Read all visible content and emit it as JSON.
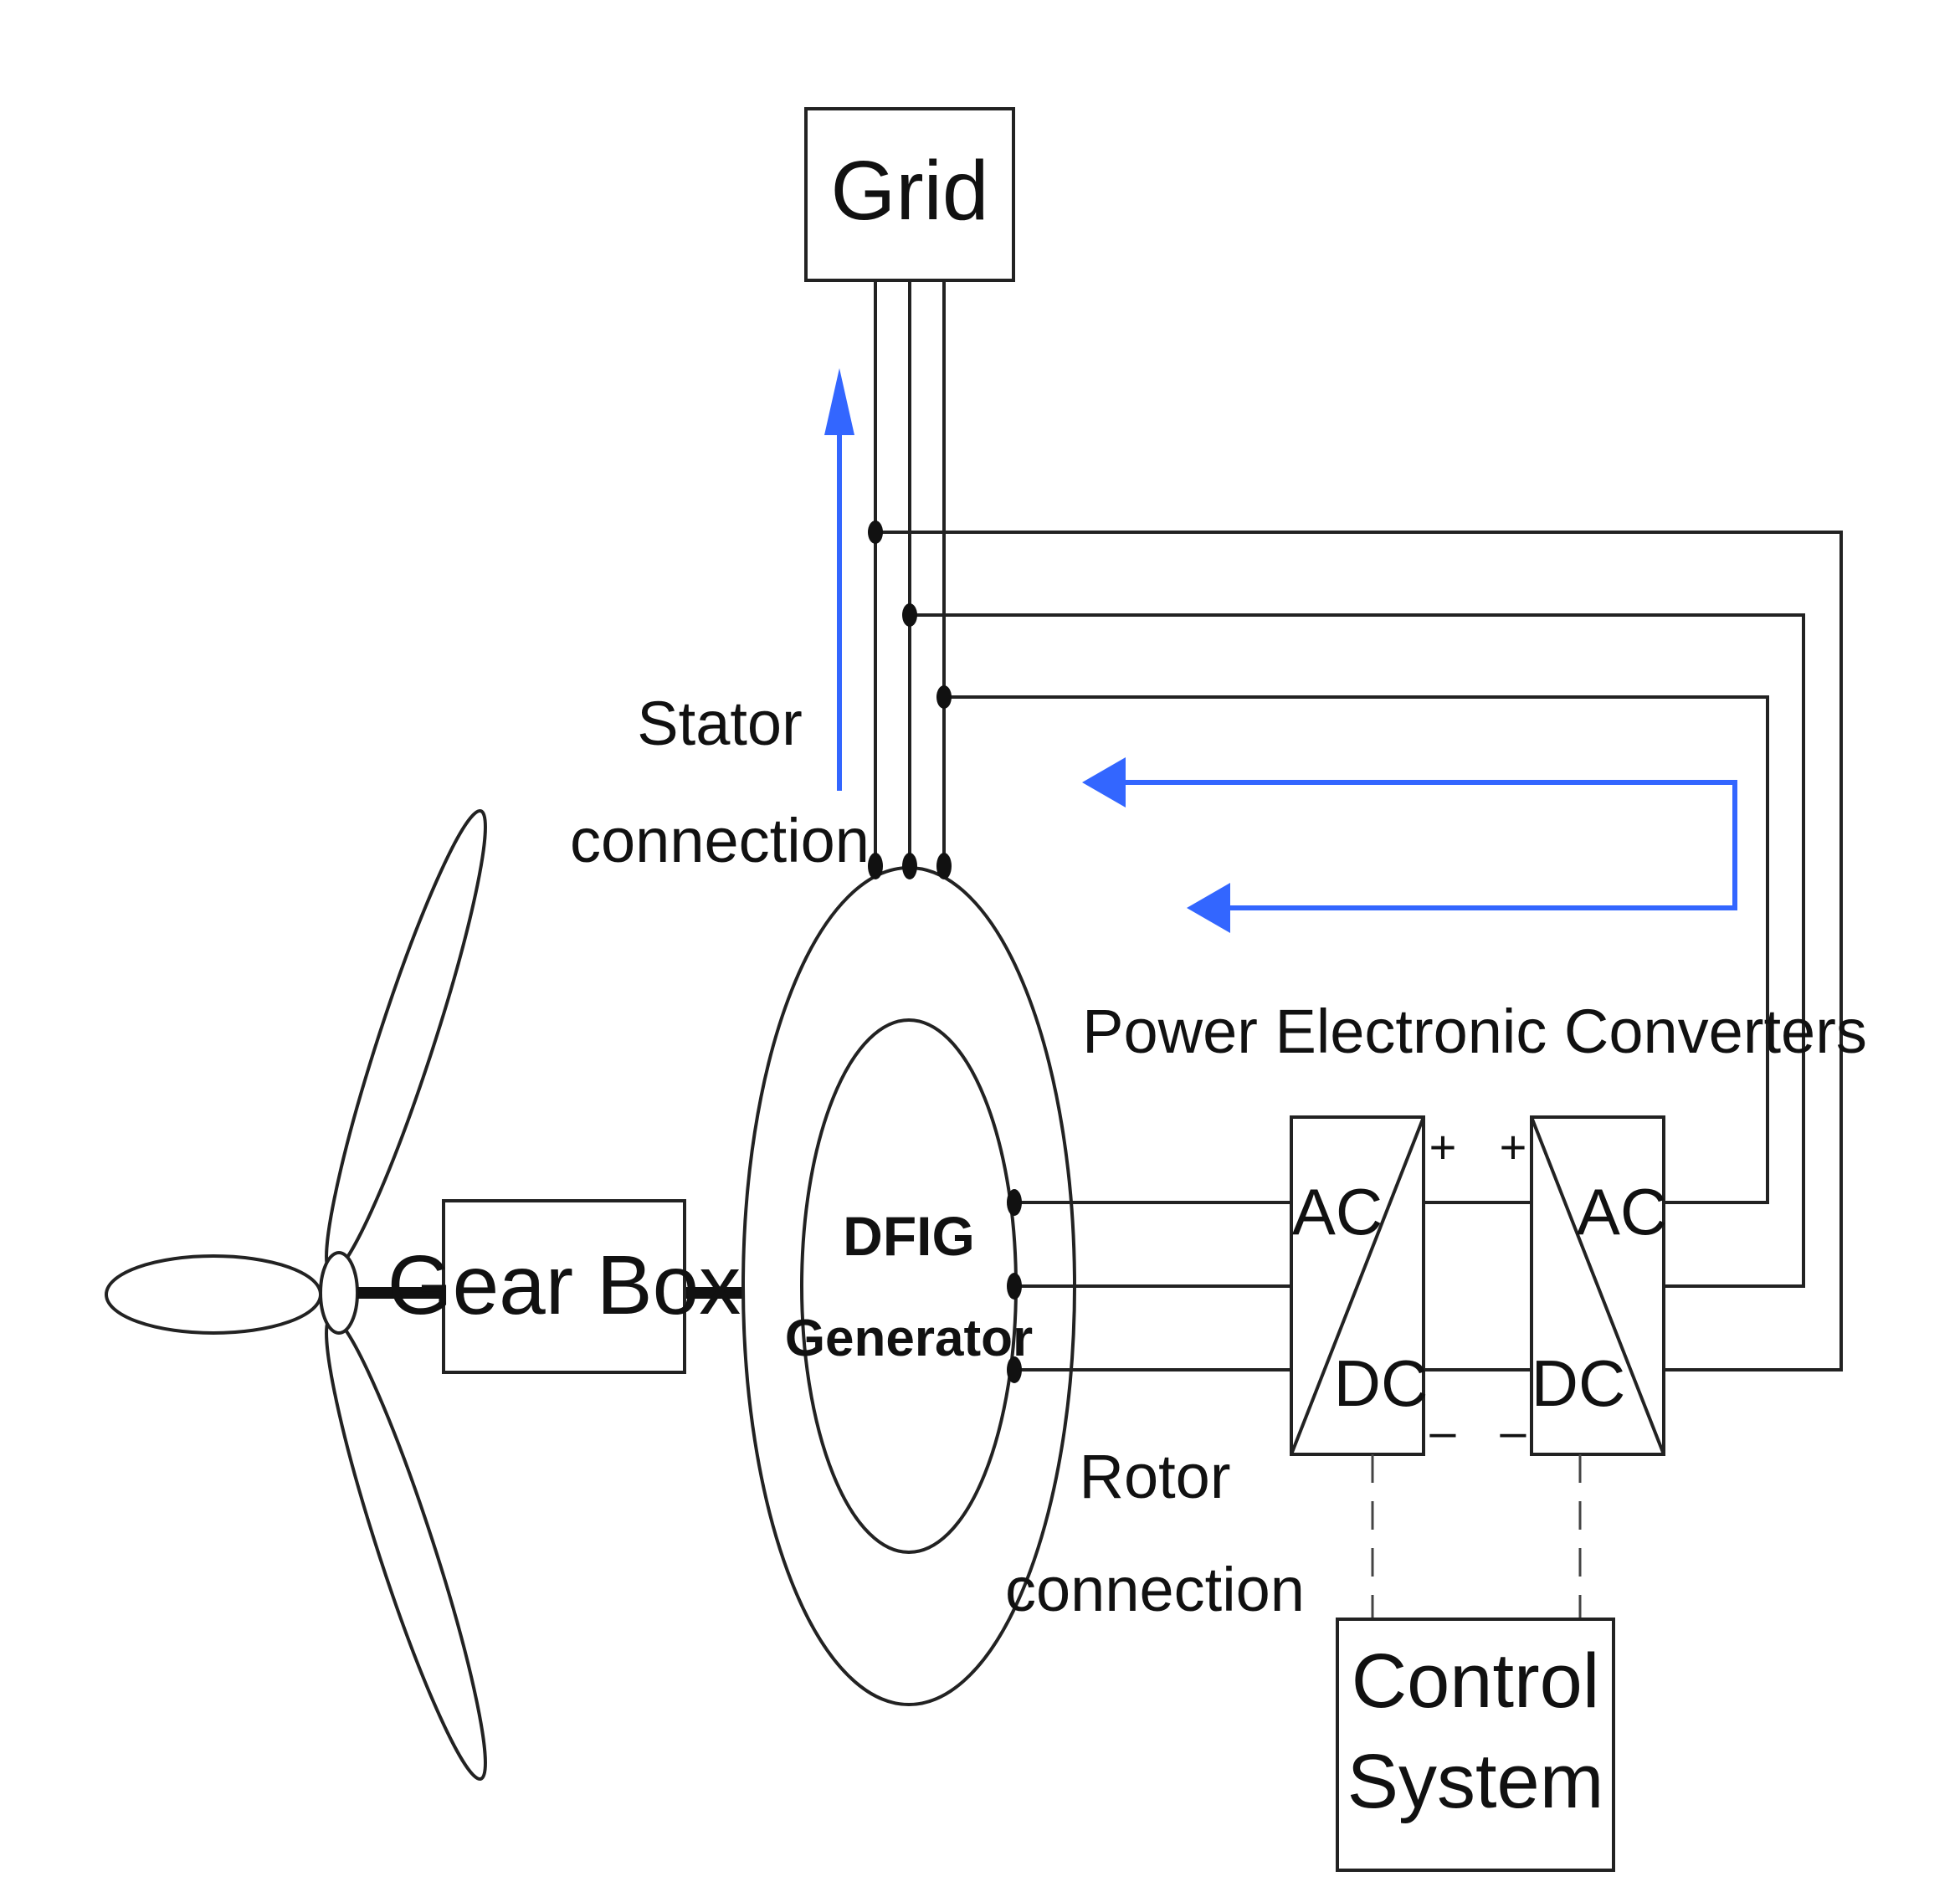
{
  "labels": {
    "grid": "Grid",
    "gear_box": "Gear Box",
    "dfig_line1": "DFIG",
    "dfig_line2": "Generator",
    "stator_line1": "Stator",
    "stator_line2": "connection",
    "rotor_line1": "Rotor",
    "rotor_line2": "connection",
    "power_converters": "Power Electronic Converters",
    "converter1_ac": "AC",
    "converter1_dc": "DC",
    "converter2_ac": "AC",
    "converter2_dc": "DC",
    "dc_plus_left": "+",
    "dc_plus_right": "+",
    "dc_minus_left": "–",
    "dc_minus_right": "–",
    "control_line1": "Control",
    "control_line2": "System"
  },
  "colors": {
    "power_flow_arrows": "#3366ff",
    "lines": "#222222"
  }
}
